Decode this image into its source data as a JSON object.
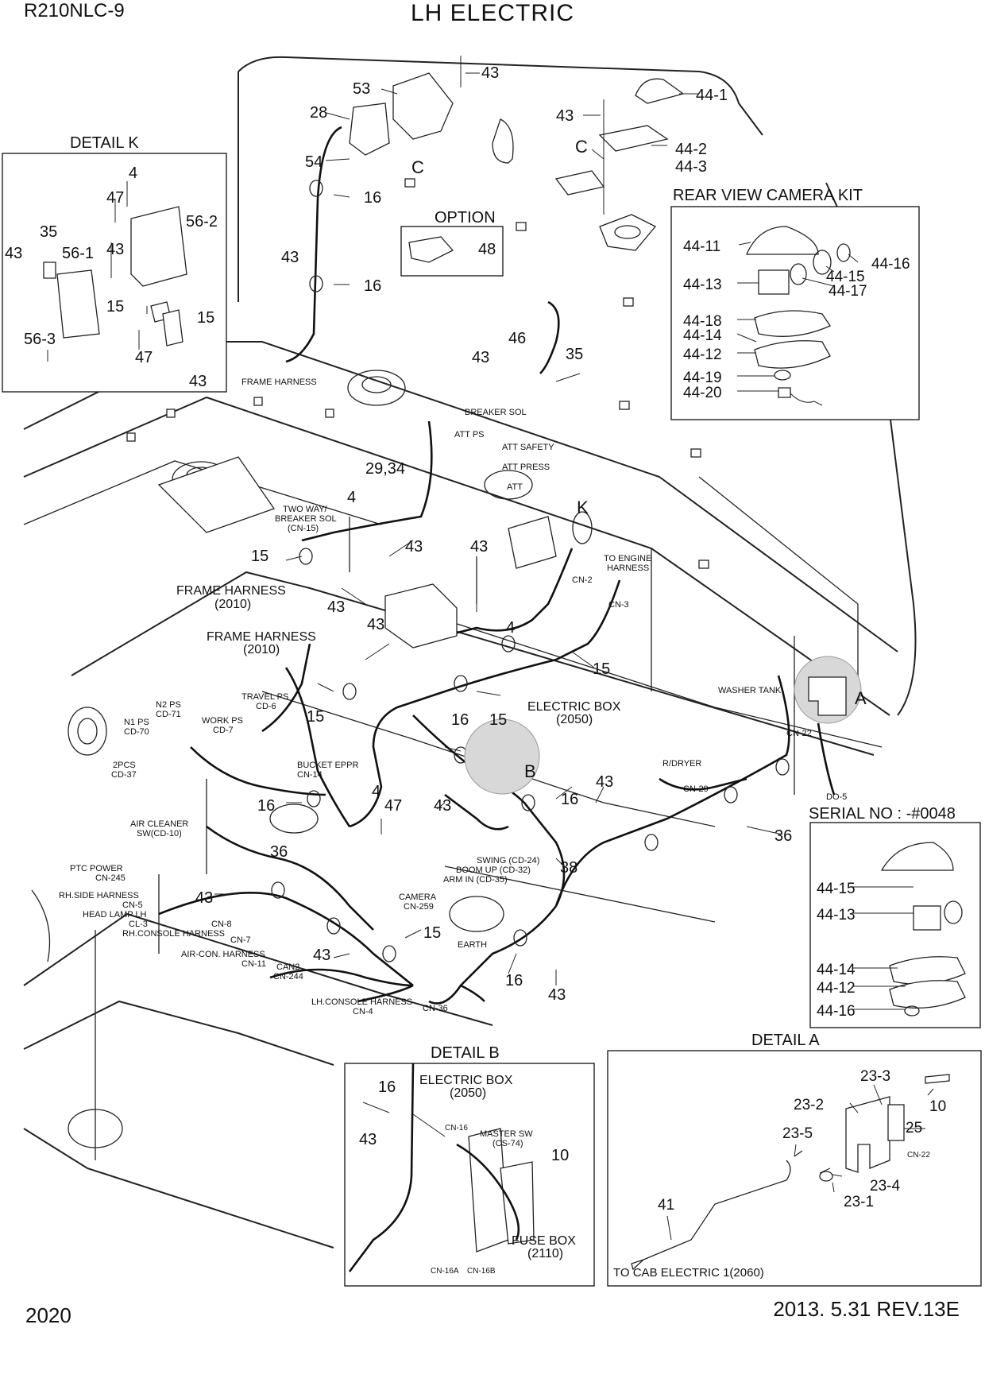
{
  "header": {
    "model": "R210NLC-9",
    "title": "LH ELECTRIC"
  },
  "footer": {
    "page_number": "2020",
    "revision": "2013. 5.31  REV.13E"
  },
  "panels": {
    "detail_k": "DETAIL K",
    "rear_view_camera_kit": "REAR VIEW CAMERA KIT",
    "option": "OPTION",
    "serial_no": "SERIAL NO : -#0048",
    "detail_b": "DETAIL B",
    "detail_a": "DETAIL A"
  },
  "callouts": [
    "43",
    "53",
    "28",
    "44-1",
    "43",
    "44-2",
    "44-3",
    "54",
    "16",
    "C",
    "C",
    "43",
    "16",
    "48",
    "44-11",
    "44-16",
    "44-15",
    "44-13",
    "44-17",
    "44-18",
    "44-14",
    "44-12",
    "44-19",
    "44-20",
    "4",
    "47",
    "56-2",
    "35",
    "43",
    "56-1",
    "43",
    "15",
    "15",
    "56-3",
    "47",
    "43",
    "46",
    "43",
    "35",
    "29,34",
    "K",
    "4",
    "43",
    "43",
    "15",
    "43",
    "43",
    "4",
    "15",
    "15",
    "16",
    "15",
    "B",
    "A",
    "16",
    "43",
    "16",
    "4",
    "47",
    "43",
    "36",
    "43",
    "38",
    "16",
    "43",
    "15",
    "43",
    "36",
    "44-15",
    "44-13",
    "44-14",
    "44-12",
    "44-16",
    "16",
    "43",
    "10",
    "23-3",
    "23-2",
    "10",
    "23-5",
    "25",
    "23-4",
    "23-1",
    "41"
  ],
  "labels": [
    "FRAME HARNESS",
    "BREAKER SOL",
    "ATT PS",
    "ATT SAFETY",
    "ATT PRESS",
    "ATT",
    "TWO WAY/",
    "BREAKER SOL",
    "(CN-15)",
    "TO ENGINE",
    "HARNESS",
    "CN-2",
    "CN-3",
    "FRAME HARNESS",
    "(2010)",
    "FRAME HARNESS",
    "(2010)",
    "N2 PS",
    "CD-71",
    "TRAVEL PS",
    "CD-6",
    "WORK PS",
    "CD-7",
    "N1 PS",
    "CD-70",
    "ELECTRIC BOX",
    "(2050)",
    "WASHER TANK",
    "CN-22",
    "2PCS",
    "CD-37",
    "BUCKET EPPR",
    "CN-14",
    "R/DRYER",
    "CN-29",
    "DO-5",
    "AIR CLEANER",
    "SW(CD-10)",
    "PTC POWER",
    "CN-245",
    "RH.SIDE HARNESS",
    "CN-5",
    "HEAD LAMP LH",
    "CL-3",
    "RH.CONSOLE HARNESS",
    "CN-8",
    "CN-7",
    "AIR-CON. HARNESS",
    "CN-11",
    "CAN2",
    "CN-244",
    "CAMERA",
    "CN-259",
    "SWING (CD-24)",
    "BOOM UP (CD-32)",
    "ARM IN (CD-35)",
    "EARTH",
    "LH.CONSOLE HARNESS",
    "CN-4",
    "CN-36",
    "ELECTRIC BOX",
    "(2050)",
    "CN-16",
    "MASTER SW",
    "(CS-74)",
    "FUSE BOX",
    "(2110)",
    "CN-16A",
    "CN-16B",
    "CN-22",
    "TO CAB ELECTRIC 1(2060)"
  ]
}
